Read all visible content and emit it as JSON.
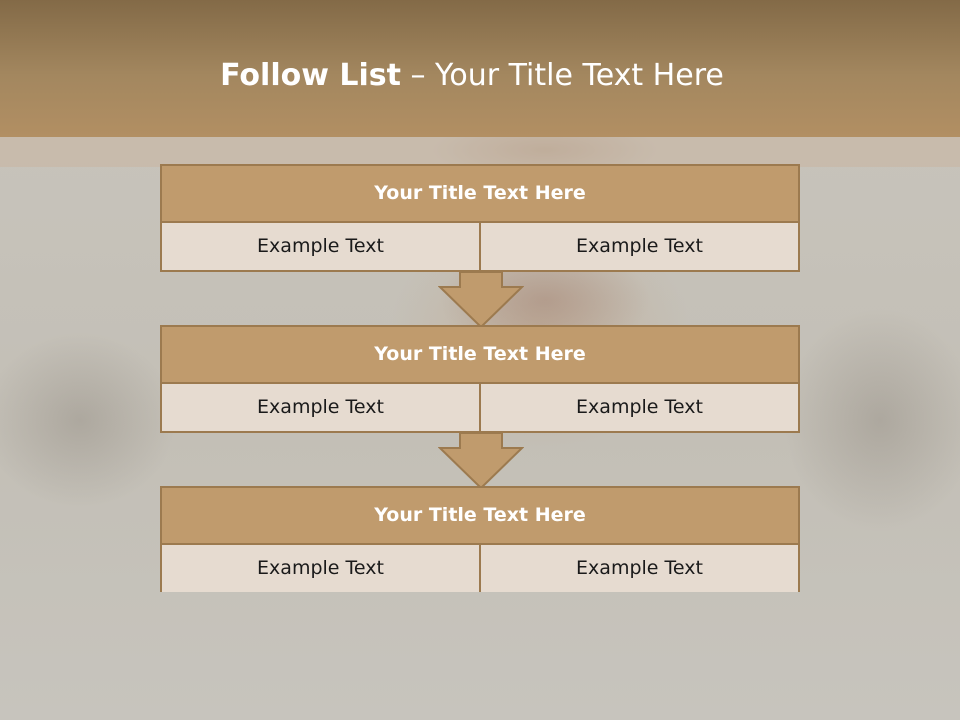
{
  "slide": {
    "title_bold": "Follow List",
    "title_rest": " – Your Title Text Here"
  },
  "blocks": [
    {
      "title": "Your Title Text Here",
      "left": "Example Text",
      "right": "Example Text"
    },
    {
      "title": "Your Title Text Here",
      "left": "Example Text",
      "right": "Example Text"
    },
    {
      "title": "Your Title Text Here",
      "left": "Example Text",
      "right": "Example Text"
    }
  ],
  "colors": {
    "header": "#a3875f",
    "block_title": "#c09b6d",
    "cell": "#e6dbd0",
    "border": "#9c7a4f"
  }
}
